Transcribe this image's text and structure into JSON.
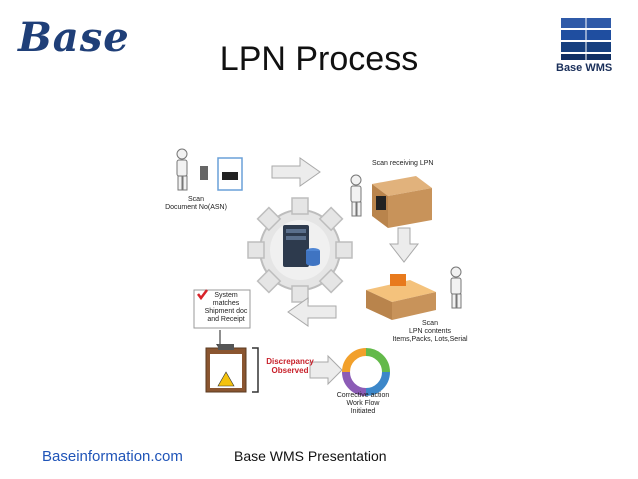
{
  "header": {
    "logo_text": "Base",
    "title": "LPN Process",
    "logo_right_label": "Base WMS"
  },
  "diagram": {
    "scan_document": [
      "Scan",
      "Document No(ASN)"
    ],
    "scan_receiving": "Scan receiving LPN",
    "scan_lpn": [
      "Scan",
      "LPN contents",
      "Items,Packs, Lots,Serial"
    ],
    "system_matches": [
      "System",
      "matches",
      "Shipment doc",
      "and Receipt"
    ],
    "discrepancy": [
      "Discrepancy",
      "Observed"
    ],
    "corrective": [
      "Corrective action",
      "Work Flow",
      "Initiated"
    ],
    "colors": {
      "gear": "#e7e7e7",
      "box": "#c8935a",
      "arrow": "#ececec",
      "checkmark": "#d8232a",
      "cycle": [
        "#63b94a",
        "#3c87c9",
        "#8c5cb6",
        "#f2a02b"
      ]
    }
  },
  "footer": {
    "link": "Baseinformation.com",
    "presentation": "Base WMS Presentation"
  }
}
